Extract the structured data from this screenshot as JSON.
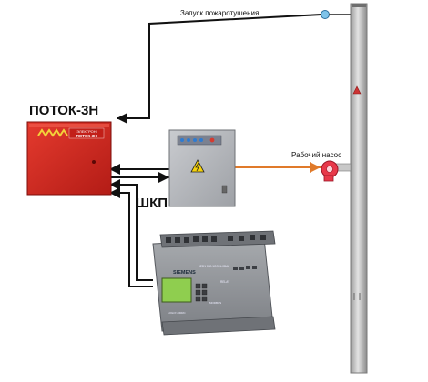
{
  "labels": {
    "launch": "Запуск пожаротушения",
    "pump": "Рабочий насос",
    "device": "ПОТОК-3Н",
    "panel": "ШКП"
  },
  "device_face": {
    "small_text": "ПОТОК-3Н",
    "brand_small": "ЭЛЕКТРОН"
  },
  "plc": {
    "brand": "SIEMENS",
    "model": "6ED1 052-1CC01-0BA6",
    "relay": "RELAY",
    "side_text": "LOGO! 230RC",
    "port": "MODBUS"
  },
  "colors": {
    "cabinet_red": "#d42620",
    "pipe": "#b8b8b8",
    "signal_line": "#111111",
    "pump_line": "#e07a2a",
    "pump_body": "#e8394a",
    "plc_body": "#8f9296",
    "plc_screen": "#8fce4f"
  }
}
